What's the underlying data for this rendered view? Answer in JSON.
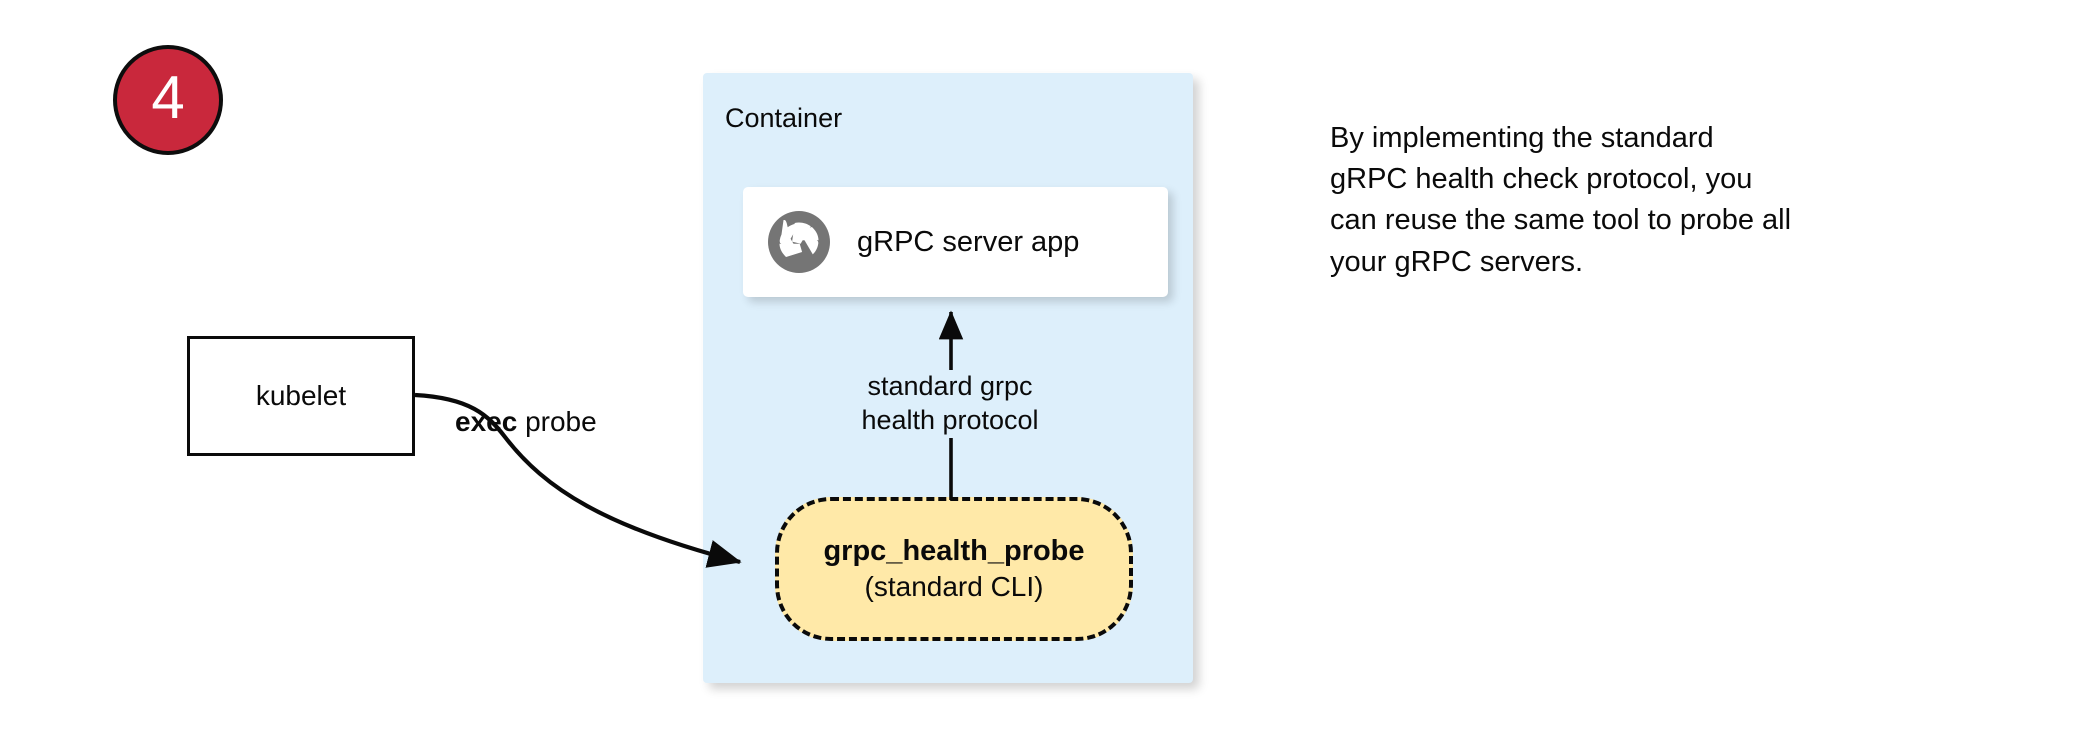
{
  "step": {
    "number": "4",
    "fill_color": "#c9283c",
    "text_color": "#ffffff"
  },
  "container": {
    "label": "Container",
    "fill_color": "#ddeffb"
  },
  "server_app": {
    "icon": "aperture-icon",
    "label": "gRPC server app",
    "fill_color": "#ffffff",
    "icon_color": "#757575"
  },
  "probe": {
    "title": "grpc_health_probe",
    "subtitle": "(standard CLI)",
    "fill_color": "#ffe9a8",
    "border_style": "dashed"
  },
  "kubelet": {
    "label": "kubelet",
    "fill_color": "#ffffff"
  },
  "edges": [
    {
      "name": "exec-probe-edge",
      "label_bold": "exec",
      "label_rest": " probe",
      "from": "kubelet",
      "to": "grpc_health_probe"
    },
    {
      "name": "health-protocol-edge",
      "label_line1": "standard grpc",
      "label_line2": "health protocol",
      "from": "grpc_health_probe",
      "to": "gRPC server app"
    }
  ],
  "side_note": {
    "line1": "By implementing the standard",
    "line2": "gRPC health check protocol, you",
    "line3": "can reuse the same tool to probe all",
    "line4": "your gRPC servers."
  }
}
